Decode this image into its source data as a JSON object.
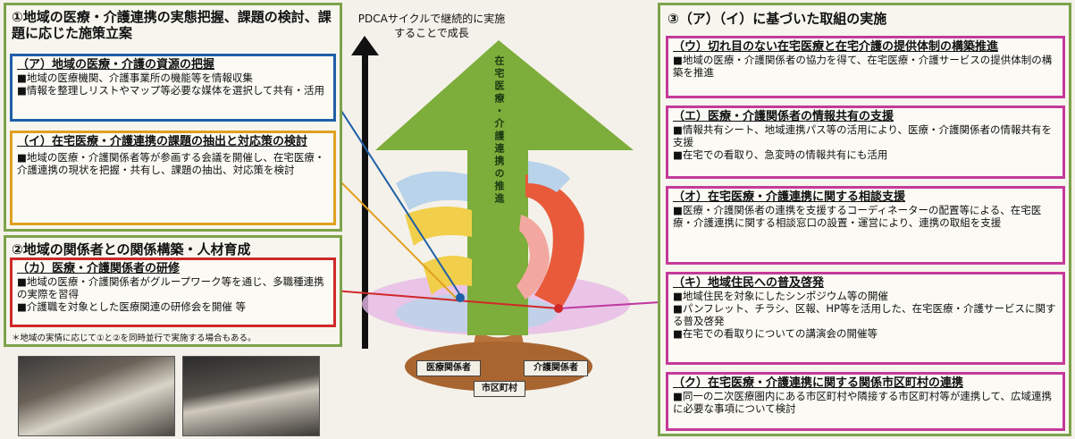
{
  "left_top": {
    "title": "①地域の医療・介護連携の実態把握、課題の検討、課題に応じた施策立案",
    "a": {
      "title": "（ア）地域の医療・介護の資源の把握",
      "lines": [
        "■地域の医療機関、介護事業所の機能等を情報収集",
        "■情報を整理しリストやマップ等必要な媒体を選択して共有・活用"
      ]
    },
    "i": {
      "title": "（イ）在宅医療・介護連携の課題の抽出と対応策の検討",
      "lines": [
        "■地域の医療・介護関係者等が参画する会議を開催し、在宅医療・介護連携の現状を把握・共有し、課題の抽出、対応策を検討"
      ]
    }
  },
  "left_bottom": {
    "title": "②地域の関係者との関係構築・人材育成",
    "ka": {
      "title": "（カ）医療・介護関係者の研修",
      "lines": [
        "■地域の医療・介護関係者がグループワーク等を通じ、多職種連携の実際を習得",
        "■介護職を対象とした医療関連の研修会を開催 等"
      ]
    },
    "note": "＊地域の実情に応じて①と②を同時並行で実施する場合もある。"
  },
  "center": {
    "pdca": "PDCAサイクルで継続的に実施することで成長",
    "arrow_text": "在宅医療・介護連携の推進",
    "label_medical": "医療関係者",
    "label_care": "介護関係者",
    "label_city": "市区町村"
  },
  "right": {
    "title": "③（ア）（イ）に基づいた取組の実施",
    "boxes": [
      {
        "title": "（ウ）切れ目のない在宅医療と在宅介護の提供体制の構築推進",
        "lines": [
          "■地域の医療・介護関係者の協力を得て、在宅医療・介護サービスの提供体制の構築を推進"
        ]
      },
      {
        "title": "（エ）医療・介護関係者の情報共有の支援",
        "lines": [
          "■情報共有シート、地域連携パス等の活用により、医療・介護関係者の情報共有を支援",
          "■在宅での看取り、急変時の情報共有にも活用"
        ]
      },
      {
        "title": "（オ）在宅医療・介護連携に関する相談支援",
        "lines": [
          "■医療・介護関係者の連携を支援するコーディネーターの配置等による、在宅医療・介護連携に関する相談窓口の設置・運営により、連携の取組を支援"
        ]
      },
      {
        "title": "（キ）地域住民への普及啓発",
        "lines": [
          "■地域住民を対象にしたシンポジウム等の開催",
          "■パンフレット、チラシ、区報、HP等を活用した、在宅医療・介護サービスに関する普及啓発",
          "■在宅での看取りについての講演会の開催等"
        ]
      },
      {
        "title": "（ク）在宅医療・介護連携に関する関係市区町村の連携",
        "lines": [
          "■同一の二次医療圏内にある市区町村や隣接する市区町村等が連携して、広域連携に必要な事項について検討"
        ]
      }
    ]
  }
}
